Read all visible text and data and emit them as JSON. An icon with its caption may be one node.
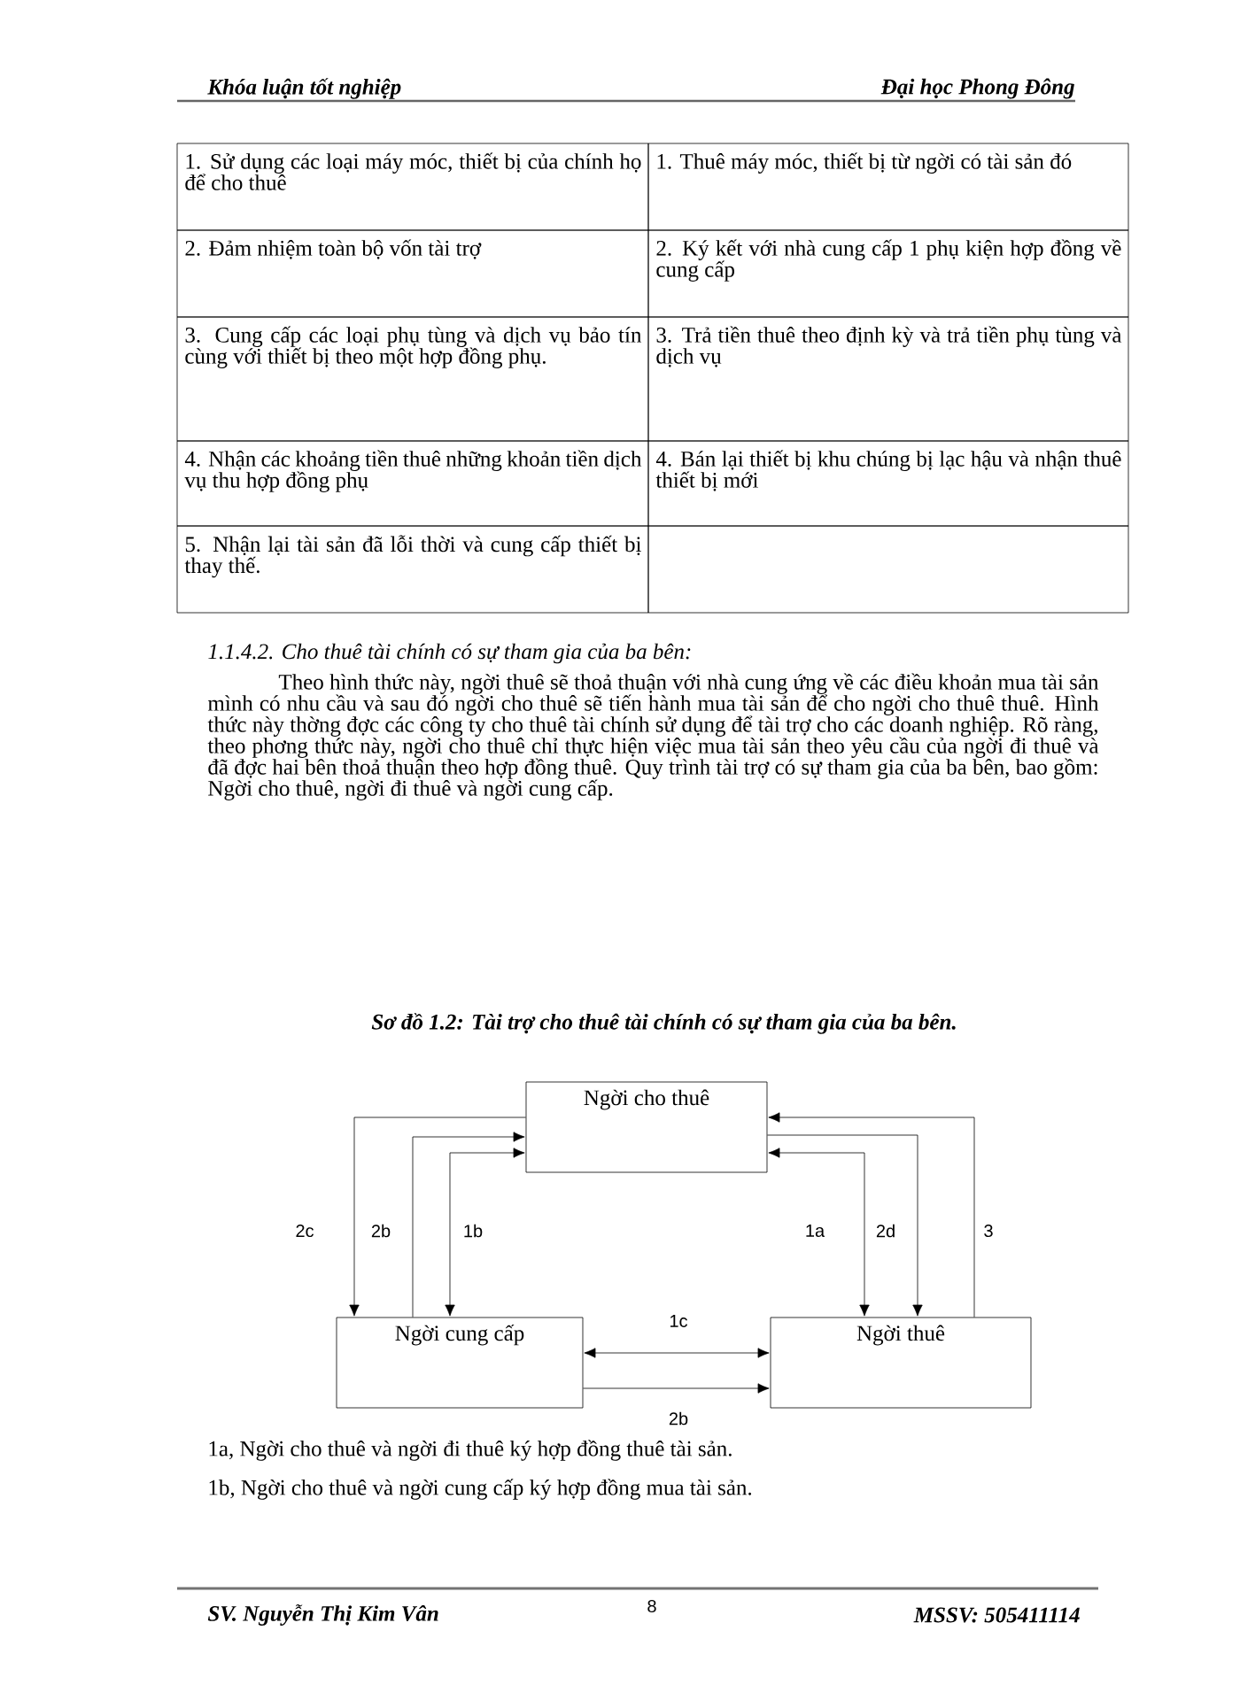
{
  "diagram": {
    "title": "Sơ đồ 1.2: Tài trợ cho thuê tài chính có sự tham gia của ba bên.",
    "nodes": [
      {
        "text": [
          "Ngời cho thuê"
        ]
      },
      {
        "text": [
          "Ngời cung cấp"
        ]
      },
      {
        "text": [
          "Ngời thuê"
        ]
      }
    ],
    "edges": [
      {
        "from": 0,
        "to": 1,
        "arrow": "to",
        "label": "2c"
      },
      {
        "from": 1,
        "to": 0,
        "arrow": "to",
        "label": "2b"
      },
      {
        "from": 0,
        "to": 1,
        "arrow": "both",
        "label": "1b"
      },
      {
        "from": 0,
        "to": 2,
        "arrow": "both",
        "label": "1a"
      },
      {
        "from": 0,
        "to": 2,
        "arrow": "to",
        "label": "2d"
      },
      {
        "from": 2,
        "to": 0,
        "arrow": "to",
        "label": "3"
      },
      {
        "from": 1,
        "to": 2,
        "arrow": "both",
        "label": "1c"
      },
      {
        "from": 1,
        "to": 2,
        "arrow": "to",
        "label": "2b"
      }
    ],
    "labels": [
      "Khóa luận tốt nghiệp",
      "Đại học Phong Đông",
      "1. Sử dụng các loại máy móc, thiết bị của chính họ để cho thuê",
      "1. Thuê máy móc, thiết bị từ ngời có tài sản đó",
      "2. Đảm nhiệm toàn bộ vốn tài trợ",
      "2. Ký kết với nhà cung cấp 1 phụ kiện hợp đồng về cung cấp",
      "3. Cung cấp các loại phụ tùng và dịch vụ bảo tín cùng với thiết bị theo một hợp đồng phụ.",
      "3. Trả tiền thuê theo định kỳ và trả tiền phụ tùng và dịch vụ",
      "4. Nhận các khoảng tiền thuê những khoản tiền dịch vụ thu hợp đồng phụ",
      "4. Bán lại thiết bị khu chúng bị lạc hậu và nhận thuê thiết bị mới",
      "5. Nhận lại tài sản đã lỗi thời và cung cấp thiết bị thay thế.",
      "1.1.4.2. Cho thuê tài chính có sự tham gia của ba bên:",
      "Theo hình thức này, ngời thuê sẽ thoả thuận với nhà cung ứng về các điều khoản mua tài sản mình có nhu cầu và sau đó ngời cho thuê sẽ tiến hành mua tài sản để cho ngời cho thuê thuê. Hình thức này thờng đợc các công ty cho thuê tài chính sử dụng để tài trợ cho các doanh nghiệp. Rõ ràng, theo phơng thức này, ngời cho thuê chỉ thực hiện việc mua tài sản theo yêu cầu của ngời đi thuê và đã đợc hai bên thoả thuận theo hợp đồng thuê. Quy trình tài trợ có sự tham gia của ba bên, bao gồm: Ngời cho thuê, ngời đi thuê và ngời cung cấp.",
      "1a, Ngời cho thuê và ngời đi thuê ký hợp đồng thuê tài sản.",
      "1b, Ngời cho thuê và ngời cung cấp ký hợp đồng mua tài sản.",
      "SV. Nguyễn Thị Kim Vân",
      "8",
      "MSSV: 505411114"
    ]
  }
}
